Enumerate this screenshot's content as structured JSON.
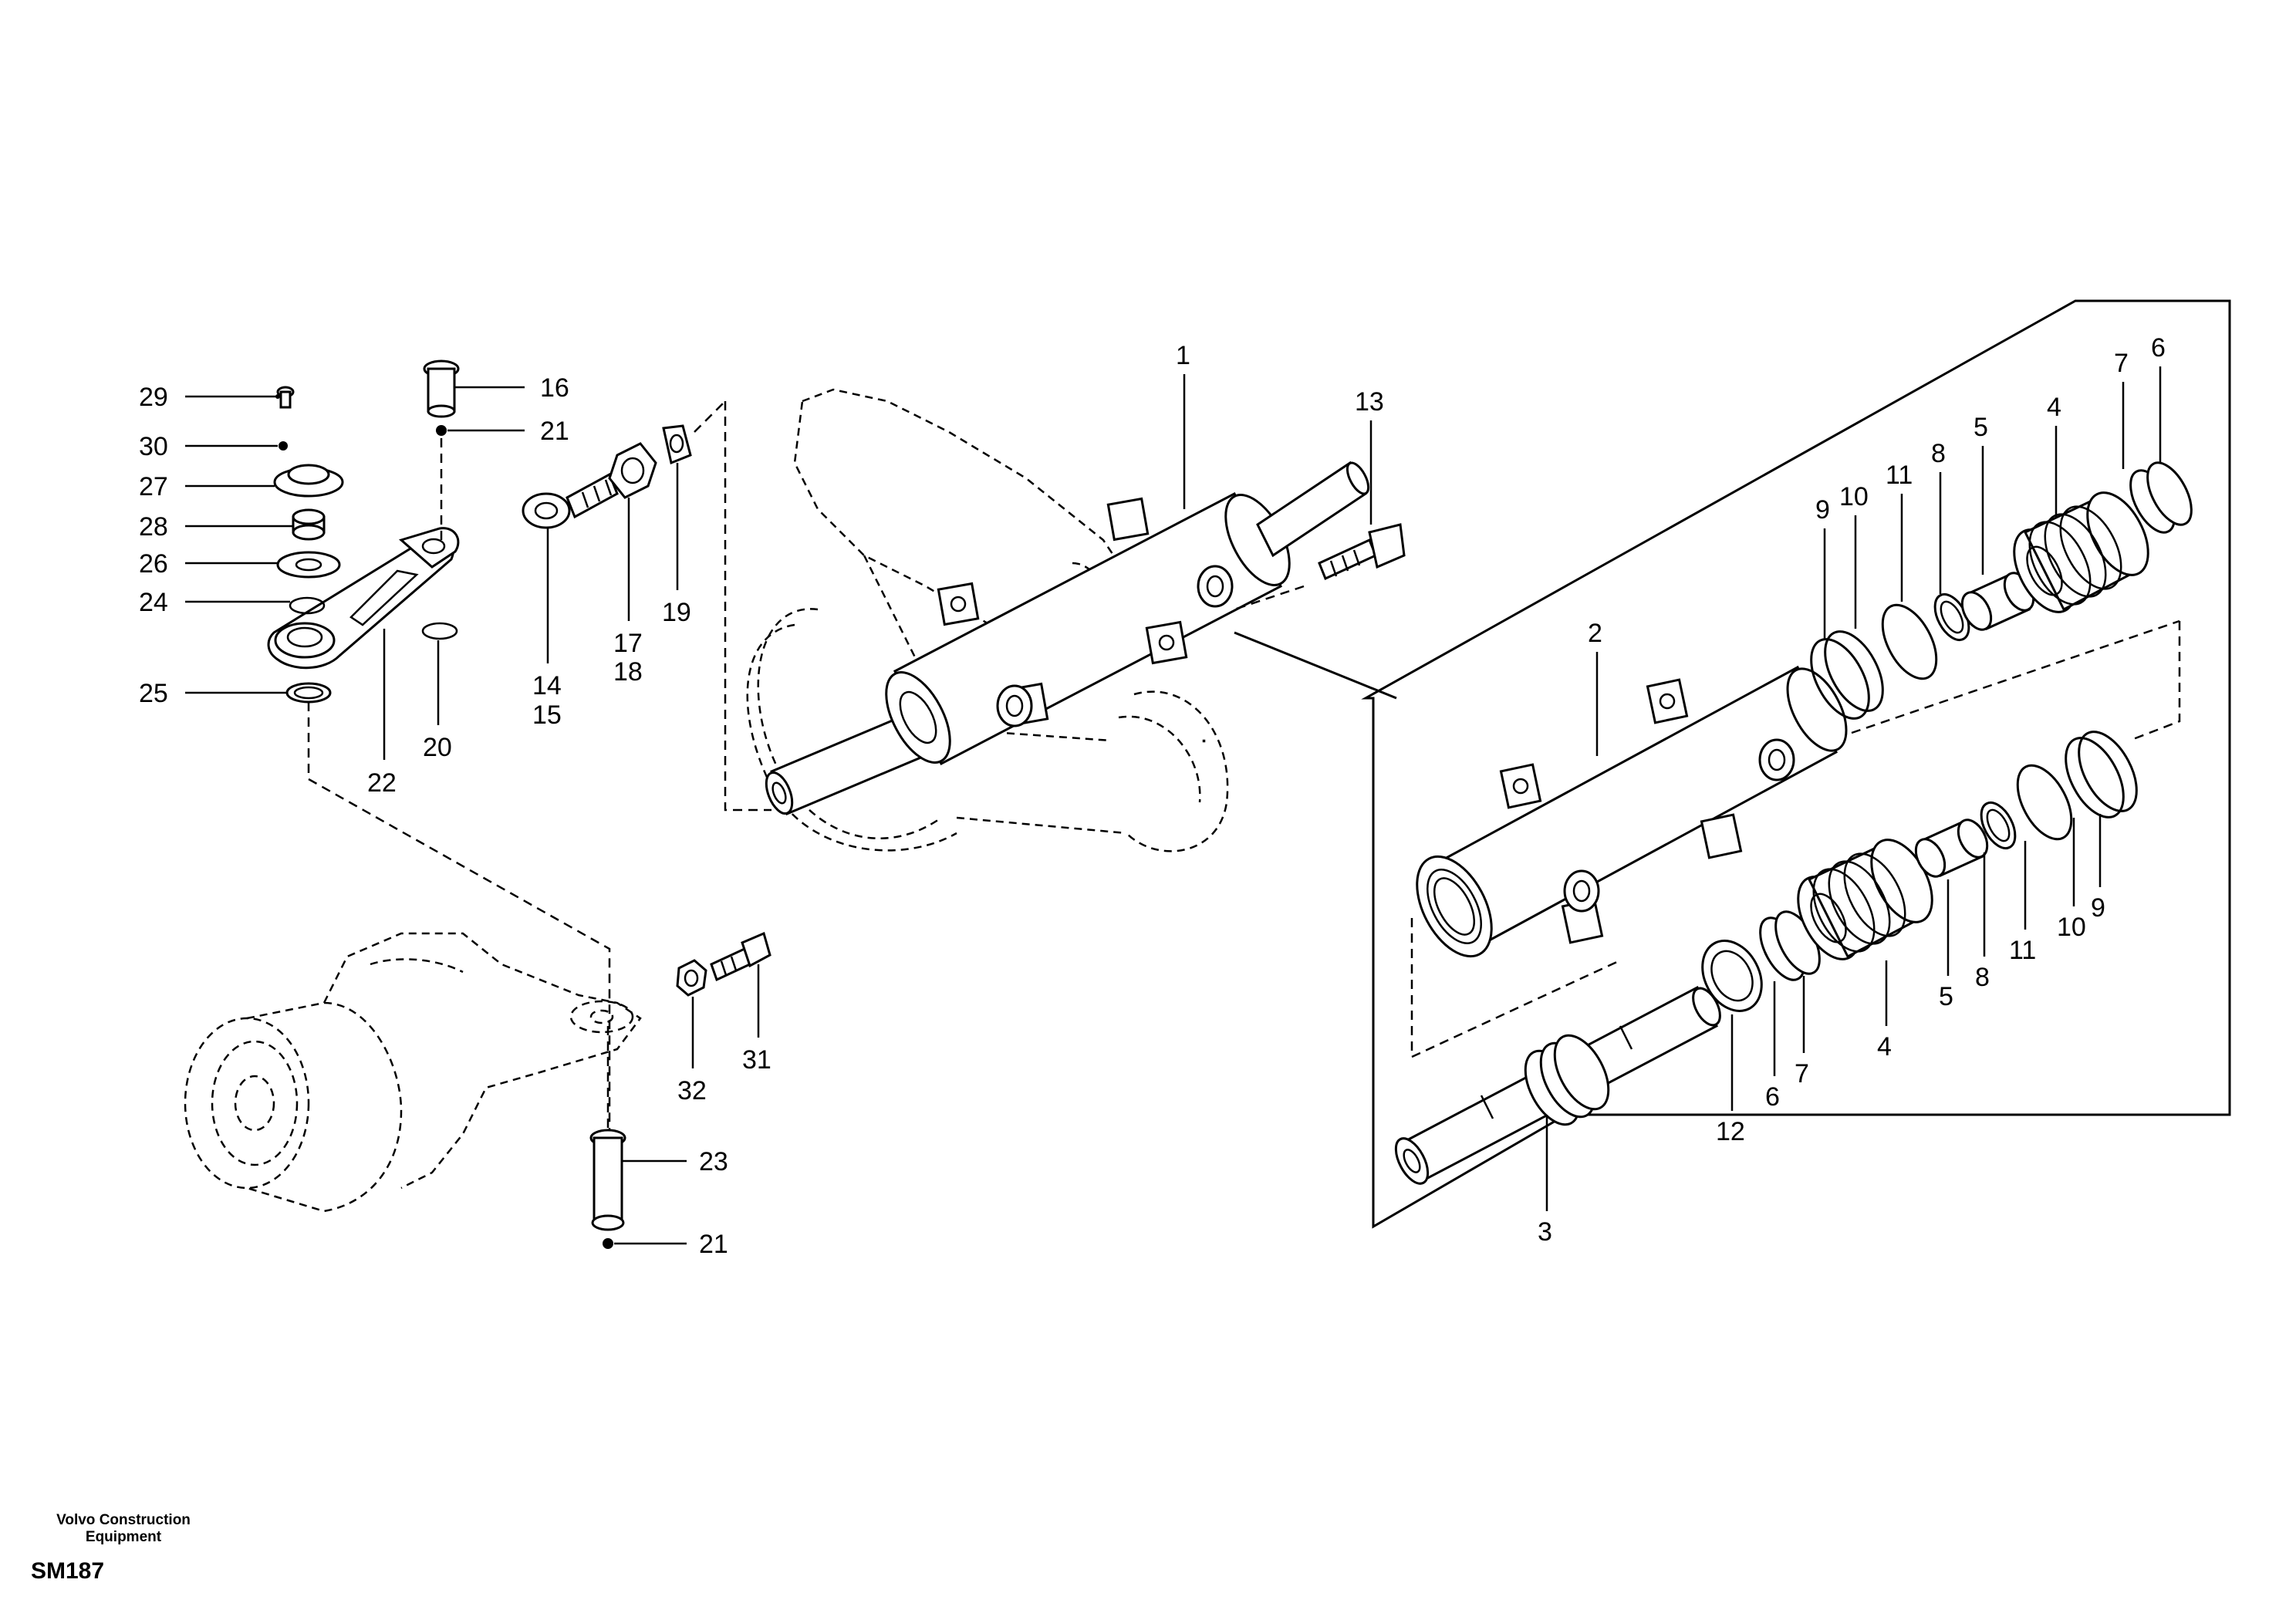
{
  "diagram": {
    "labels": {
      "l1": "1",
      "l2": "2",
      "l3": "3",
      "l4a": "4",
      "l4b": "4",
      "l5a": "5",
      "l5b": "5",
      "l6a": "6",
      "l6b": "6",
      "l7a": "7",
      "l7b": "7",
      "l8a": "8",
      "l8b": "8",
      "l9a": "9",
      "l9b": "9",
      "l10a": "10",
      "l10b": "10",
      "l11a": "11",
      "l11b": "11",
      "l12": "12",
      "l13": "13",
      "l14": "14",
      "l15": "15",
      "l16": "16",
      "l17": "17",
      "l18": "18",
      "l19": "19",
      "l20": "20",
      "l21a": "21",
      "l21b": "21",
      "l22": "22",
      "l23": "23",
      "l24": "24",
      "l25": "25",
      "l26": "26",
      "l27": "27",
      "l28": "28",
      "l29": "29",
      "l30": "30",
      "l31": "31",
      "l32": "32"
    }
  },
  "footer": {
    "brand_line1": "Volvo Construction",
    "brand_line2": "Equipment",
    "code": "SM187"
  }
}
